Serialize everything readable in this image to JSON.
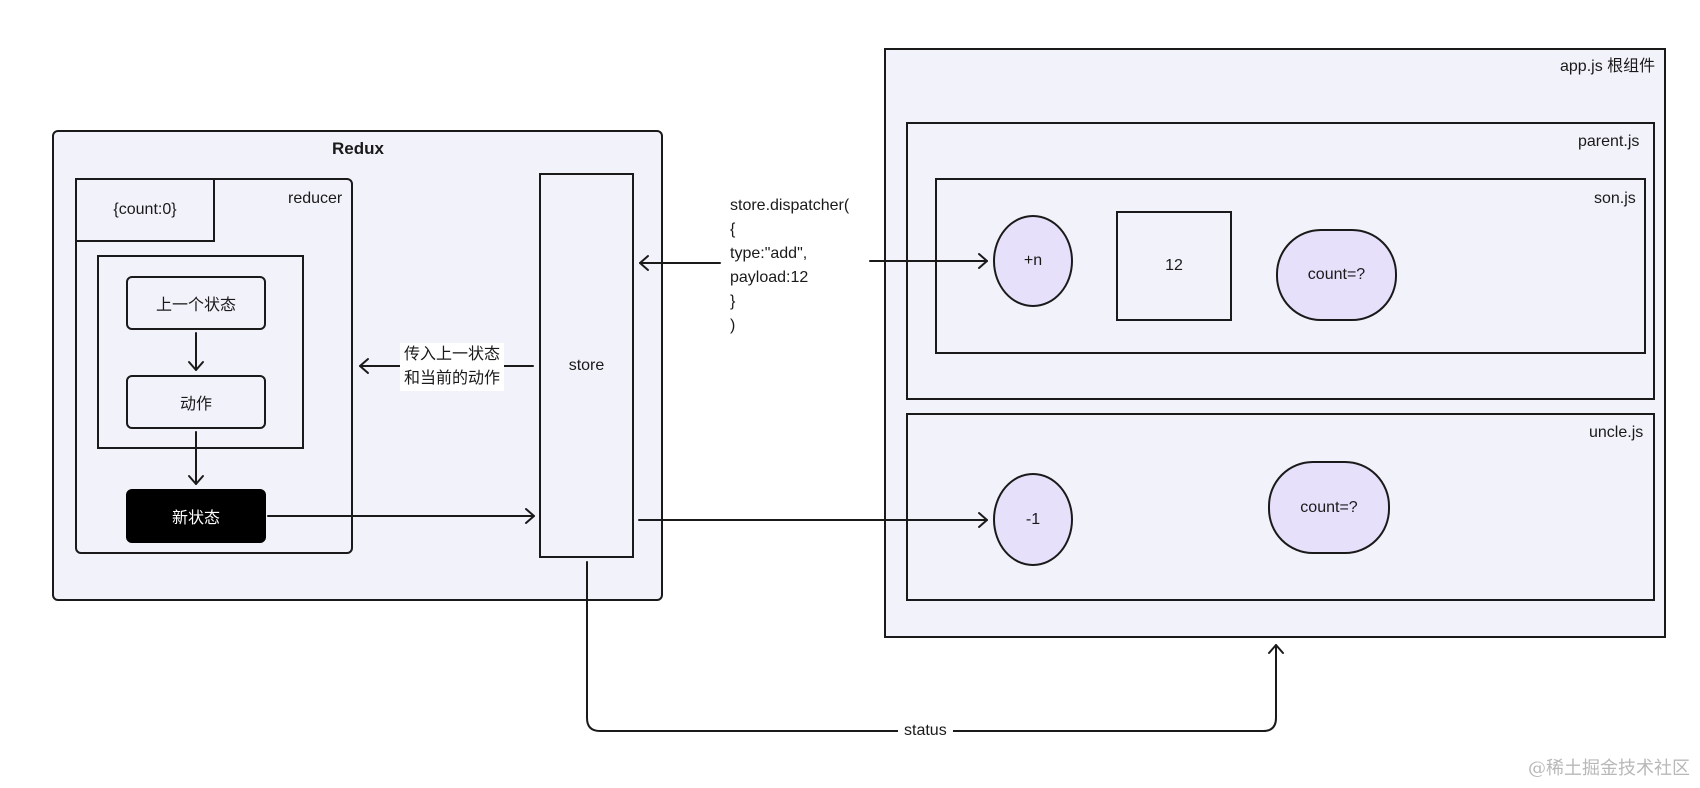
{
  "redux": {
    "title": "Redux",
    "reducer_label": "reducer",
    "initial_state": "{count:0}",
    "prev_state": "上一个状态",
    "action": "动作",
    "new_state": "新状态",
    "store": "store"
  },
  "dispatch_code": "store.dispatcher(\n{\ntype:\"add\",\npayload:12\n}\n)",
  "pass_note": "传入上一状态\n和当前的动作",
  "status_label": "status",
  "app": {
    "root_label": "app.js 根组件",
    "parent_label": "parent.js",
    "son_label": "son.js",
    "son_button": "+n",
    "son_input": "12",
    "son_count": "count=?",
    "uncle_label": "uncle.js",
    "uncle_button": "-1",
    "uncle_count": "count=?"
  },
  "watermark": "@稀土掘金技术社区",
  "colors": {
    "panel_fill": "#f2f2fb",
    "node_fill": "#e7e0fb",
    "new_state_fill": "#000000",
    "stroke": "#1a1a1a"
  }
}
